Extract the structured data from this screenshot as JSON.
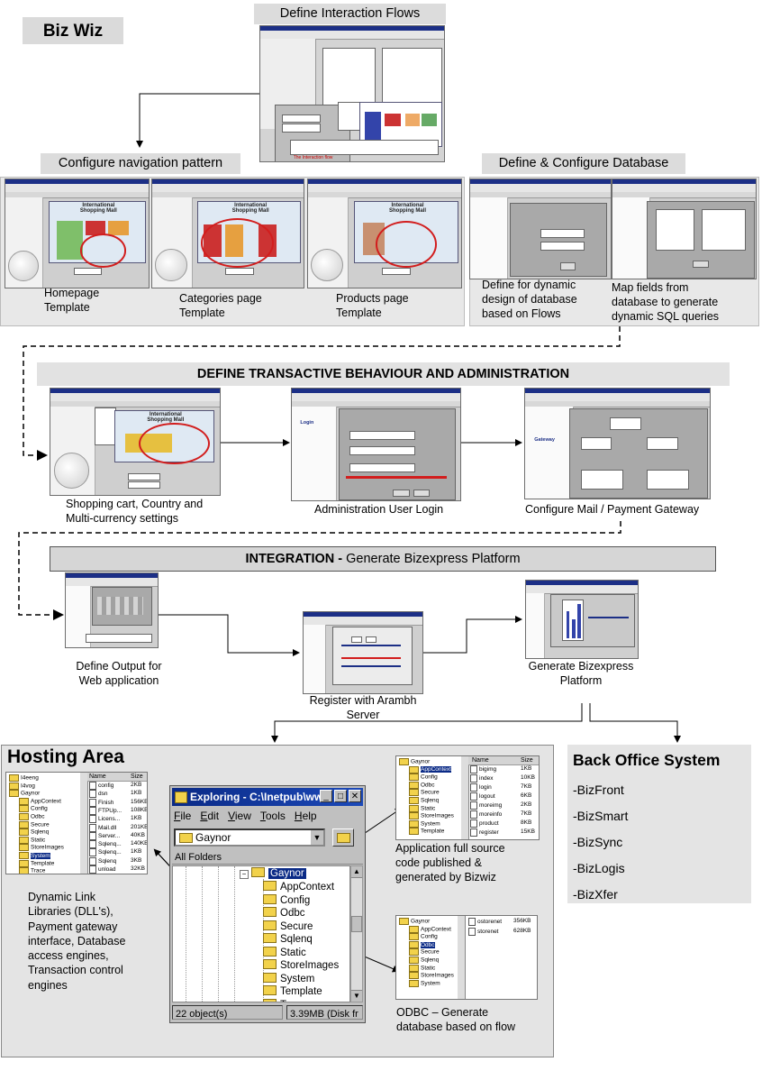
{
  "title": "Biz Wiz",
  "top": {
    "define_flows": "Define Interaction Flows",
    "configure_nav": "Configure navigation pattern",
    "define_db": "Define & Configure Database"
  },
  "row1_captions": {
    "homepage": "Homepage\nTemplate",
    "categories": "Categories page\nTemplate",
    "products": "Products page\nTemplate",
    "db_design": "Define for dynamic\ndesign of database\nbased on Flows",
    "map_fields": "Map fields from\ndatabase to generate\ndynamic SQL queries"
  },
  "transactive": {
    "header": "DEFINE TRANSACTIVE BEHAVIOUR AND ADMINISTRATION",
    "cart": "Shopping cart, Country and\nMulti-currency settings",
    "admin": "Administration User Login",
    "mail": "Configure Mail / Payment Gateway"
  },
  "integration": {
    "header_bold": "INTEGRATION -",
    "header_rest": " Generate Bizexpress Platform",
    "define_output": "Define Output for\nWeb application",
    "register": "Register with Arambh\nServer",
    "generate": "Generate Bizexpress\nPlatform"
  },
  "hosting": {
    "title": "Hosting Area",
    "dll_text": "Dynamic Link\nLibraries (DLL's),\nPayment gateway\ninterface, Database\naccess engines,\nTransaction control\nengines",
    "app_source": "Application full source\ncode published &\ngenerated by Bizwiz",
    "odbc": "ODBC – Generate\ndatabase based on flow",
    "explorer": {
      "title": "Exploring - C:\\Inetpub\\ww...",
      "menu": [
        "File",
        "Edit",
        "View",
        "Tools",
        "Help"
      ],
      "combo": "Gaynor",
      "all_folders": "All Folders",
      "root": "Gaynor",
      "folders": [
        "AppContext",
        "Config",
        "Odbc",
        "Secure",
        "Sqlenq",
        "Static",
        "StoreImages",
        "System",
        "Template",
        "Trace"
      ],
      "status_left": "22 object(s)",
      "status_right": "3.39MB (Disk fr"
    },
    "left_list": {
      "tree": [
        "I4eeng",
        "I4vog",
        "Gaynor",
        "AppContext",
        "Config",
        "Odbc",
        "Secure",
        "Sqlenq",
        "Static",
        "StoreImages",
        "System",
        "Template",
        "Trace"
      ],
      "header_name": "Name",
      "header_size": "Size",
      "files": [
        [
          "config",
          "2KB"
        ],
        [
          "dsn",
          "1KB"
        ],
        [
          "Finish",
          "156KB"
        ],
        [
          "FTPUp...",
          "108KB"
        ],
        [
          "Licens...",
          "1KB"
        ],
        [
          "Mail.dll",
          "201KB"
        ],
        [
          "Server...",
          "40KB"
        ],
        [
          "Sqlenq...",
          "140KB"
        ],
        [
          "Sqlenq...",
          "1KB"
        ],
        [
          "Sqlenq",
          "3KB"
        ],
        [
          "unload",
          "32KB"
        ]
      ]
    },
    "top_right_list": {
      "tree": [
        "Gaynor",
        "AppContext",
        "Config",
        "Odbc",
        "Secure",
        "Sqlenq",
        "Static",
        "StoreImages",
        "System",
        "Template"
      ],
      "header_name": "Name",
      "header_size": "Size",
      "files": [
        [
          "bigimg",
          "1KB"
        ],
        [
          "index",
          "10KB"
        ],
        [
          "login",
          "7KB"
        ],
        [
          "logout",
          "6KB"
        ],
        [
          "moreimg",
          "2KB"
        ],
        [
          "moreinfo",
          "7KB"
        ],
        [
          "product",
          "8KB"
        ],
        [
          "register",
          "15KB"
        ]
      ]
    },
    "bottom_right_list": {
      "tree": [
        "Gaynor",
        "AppContext",
        "Config",
        "Odbc",
        "Secure",
        "Sqlenq",
        "Static",
        "StoreImages",
        "System"
      ],
      "files": [
        [
          "ostorenet",
          "356KB"
        ],
        [
          "storenet",
          "628KB"
        ]
      ]
    }
  },
  "back_office": {
    "title": "Back Office System",
    "items": [
      "-BizFront",
      "-BizSmart",
      "-BizSync",
      "-BizLogis",
      "-BizXfer"
    ]
  },
  "shot_text": {
    "mall_title": "International\nShopping Mall",
    "login": "Login",
    "gateway": "Gateway"
  }
}
